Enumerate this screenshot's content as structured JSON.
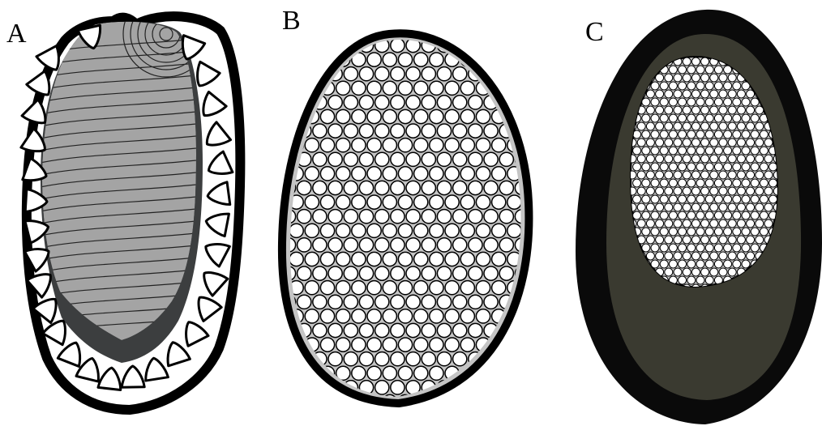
{
  "panels": [
    {
      "label": "A",
      "structure": "lamellar-sheath",
      "lamella_count": 24
    },
    {
      "label": "B",
      "structure": "packed-fibrils"
    },
    {
      "label": "C",
      "structure": "sheathed-fibril-bundle"
    }
  ],
  "colors": {
    "outline": "#000000",
    "panel_a_lamellae": "#a4a4a4",
    "panel_a_inner_dark": "#3c3e3f",
    "panel_a_teeth": "#ffffff",
    "panel_b_fill": "#c4c4c4",
    "panel_c_outer": "#0a0a0a",
    "panel_c_sheath": "#3a3a30",
    "panel_c_core": "#c8c8c8",
    "fibril": "#ffffff"
  }
}
